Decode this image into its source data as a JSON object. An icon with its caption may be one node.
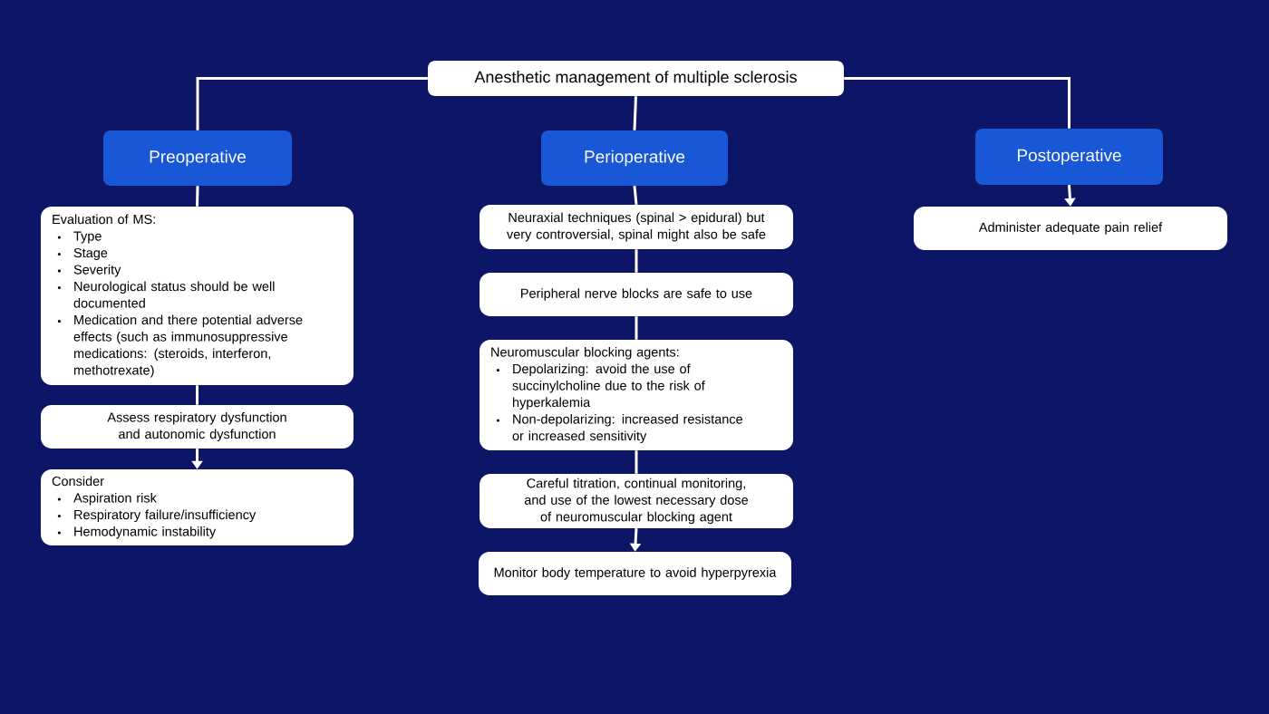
{
  "diagram": {
    "nodes": [
      {
        "text": [
          "Anesthetic management of multiple sclerosis"
        ]
      },
      {
        "text": [
          "Preoperative"
        ]
      },
      {
        "text": [
          "Perioperative"
        ]
      },
      {
        "text": [
          "Postoperative"
        ]
      },
      {
        "text": [
          "Evaluation of MS:",
          "Type",
          "Stage",
          "Severity",
          "Neurological status should be well documented",
          "Medication and there potential adverse effects (such as immunosuppressive medications: (steroids, interferon, methotrexate)"
        ]
      },
      {
        "text": [
          "Assess respiratory dysfunction and autonomic dysfunction"
        ]
      },
      {
        "text": [
          "Consider",
          "Aspiration risk",
          "Respiratory failure/insufficiency",
          "Hemodynamic instability"
        ]
      },
      {
        "text": [
          "Neuraxial techniques (spinal > epidural) but very controversial, spinal might also be safe"
        ]
      },
      {
        "text": [
          "Peripheral nerve blocks are safe to use"
        ]
      },
      {
        "text": [
          "Neuromuscular blocking agents:",
          "Depolarizing: avoid the use of succinylcholine due to the risk of hyperkalemia",
          "Non-depolarizing: increased resistance or increased sensitivity"
        ]
      },
      {
        "text": [
          "Careful titration, continual monitoring, and use of the lowest necessary dose of neuromuscular blocking agent"
        ]
      },
      {
        "text": [
          "Monitor body temperature to avoid hyperpyrexia"
        ]
      },
      {
        "text": [
          "Administer adequate pain relief"
        ]
      }
    ],
    "edges": [
      {
        "from": 0,
        "to": 1,
        "arrow": "none"
      },
      {
        "from": 0,
        "to": 2,
        "arrow": "none"
      },
      {
        "from": 0,
        "to": 3,
        "arrow": "none"
      },
      {
        "from": 1,
        "to": 4,
        "arrow": "none"
      },
      {
        "from": 4,
        "to": 5,
        "arrow": "none"
      },
      {
        "from": 5,
        "to": 6,
        "arrow": "to"
      },
      {
        "from": 2,
        "to": 7,
        "arrow": "none"
      },
      {
        "from": 7,
        "to": 8,
        "arrow": "none"
      },
      {
        "from": 8,
        "to": 9,
        "arrow": "none"
      },
      {
        "from": 9,
        "to": 10,
        "arrow": "none"
      },
      {
        "from": 10,
        "to": 11,
        "arrow": "to"
      },
      {
        "from": 3,
        "to": 12,
        "arrow": "to"
      }
    ]
  }
}
